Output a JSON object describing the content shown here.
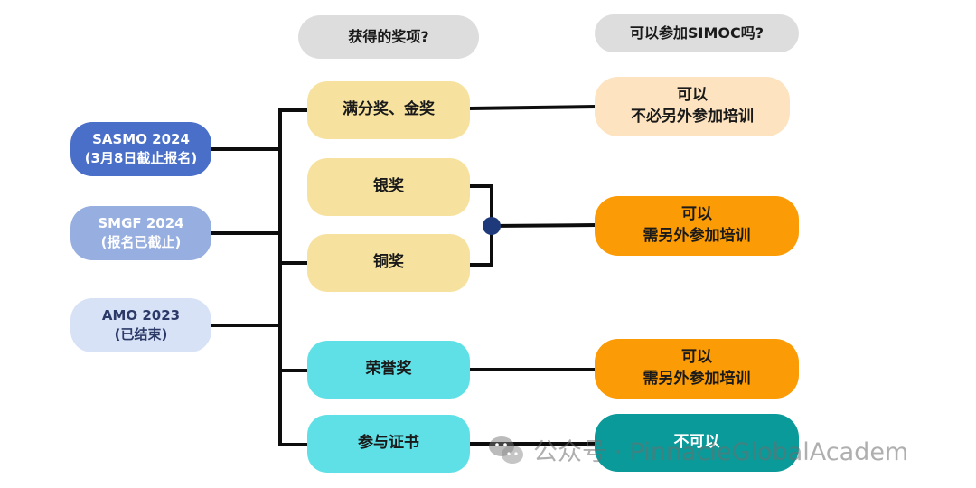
{
  "headers": {
    "awards": "获得的奖项?",
    "eligibility": "可以参加SIMOC吗?"
  },
  "competitions": [
    {
      "line1": "SASMO 2024",
      "line2": "(3月8日截止报名)",
      "bg": "#4a6fc8",
      "fg": "#ffffff"
    },
    {
      "line1": "SMGF 2024",
      "line2": "(报名已截止)",
      "bg": "#97aee0",
      "fg": "#ffffff"
    },
    {
      "line1": "AMO 2023",
      "line2": "(已结束)",
      "bg": "#d8e2f7",
      "fg": "#2b3a66"
    }
  ],
  "awards": [
    {
      "label": "满分奖、金奖",
      "bg": "#f6e29e"
    },
    {
      "label": "银奖",
      "bg": "#f6e29e"
    },
    {
      "label": "铜奖",
      "bg": "#f6e29e"
    },
    {
      "label": "荣誉奖",
      "bg": "#5ee0e6"
    },
    {
      "label": "参与证书",
      "bg": "#5ee0e6"
    }
  ],
  "results": [
    {
      "line1": "可以",
      "line2": "不必另外参加培训",
      "bg": "#fde3c0",
      "fg": "#1a1a1a"
    },
    {
      "line1": "可以",
      "line2": "需另外参加培训",
      "bg": "#fb9b06",
      "fg": "#1a1a1a"
    },
    {
      "line1": "可以",
      "line2": "需另外参加培训",
      "bg": "#fb9b06",
      "fg": "#1a1a1a"
    },
    {
      "line1": "不可以",
      "line2": "",
      "bg": "#0b9a9a",
      "fg": "#ffffff"
    }
  ],
  "watermark": {
    "text": "公众号 · PinnacleGlobalAcadem",
    "icon": "wechat-icon"
  },
  "colors": {
    "line": "#0d0d0d",
    "junction": "#1f3a7a"
  }
}
